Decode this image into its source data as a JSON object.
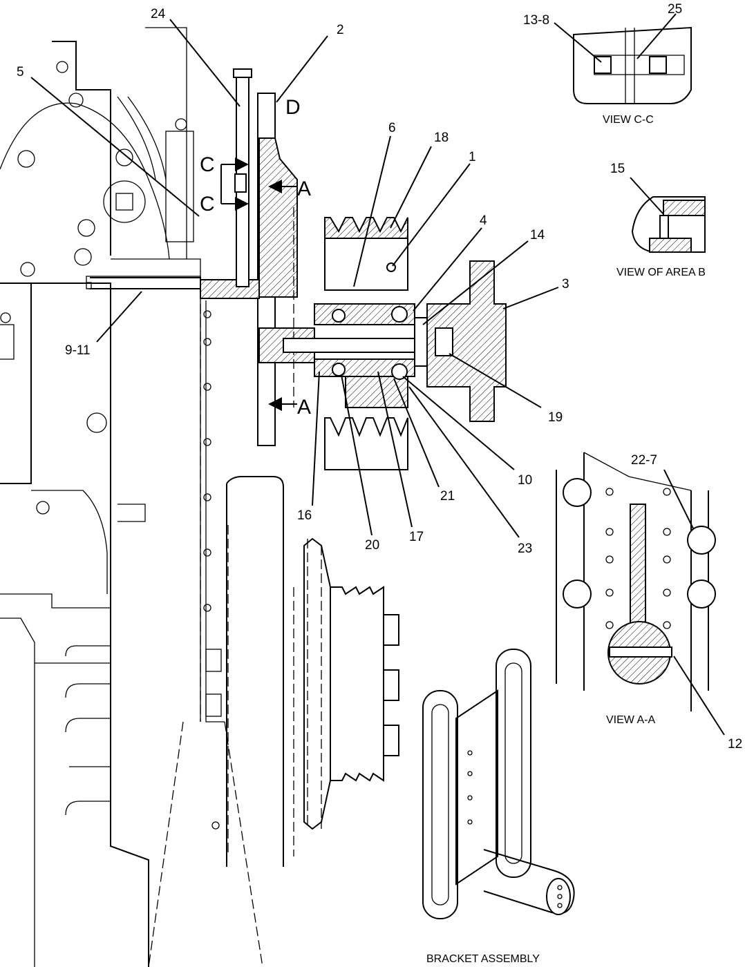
{
  "callouts": {
    "c24": "24",
    "c2": "2",
    "c5": "5",
    "c6": "6",
    "c18": "18",
    "c1": "1",
    "c4": "4",
    "c14": "14",
    "c3": "3",
    "c19": "19",
    "c10": "10",
    "c21": "21",
    "c23": "23",
    "c17": "17",
    "c20": "20",
    "c16": "16",
    "c9_11": "9-11",
    "c13_8": "13-8",
    "c25": "25",
    "c15": "15",
    "c22_7": "22-7",
    "c12": "12"
  },
  "section_marks": {
    "d": "D",
    "c_upper": "C",
    "c_lower": "C",
    "a_upper": "A",
    "a_lower": "A"
  },
  "view_labels": {
    "view_cc": "VIEW C-C",
    "area_b": "VIEW OF AREA B",
    "view_aa": "VIEW A-A",
    "bracket": "BRACKET ASSEMBLY"
  }
}
